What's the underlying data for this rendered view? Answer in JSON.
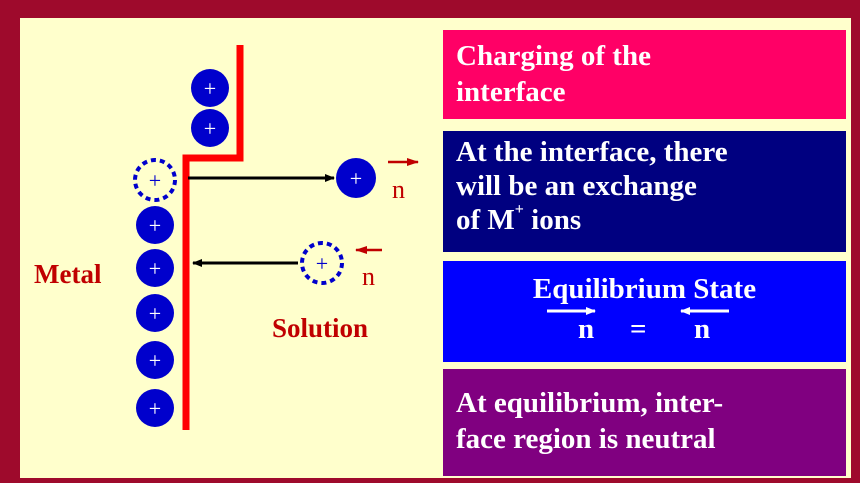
{
  "diagram": {
    "metal_label": "Metal",
    "solution_label": "Solution",
    "plus": "+",
    "n": "n"
  },
  "boxes": {
    "charging_line1": "Charging of the",
    "charging_line2": "interface",
    "exchange_line1": "At the interface, there",
    "exchange_line2": "will be  an exchange",
    "exchange_line3_pre": "of M",
    "exchange_sup": "+",
    "exchange_line3_post": " ions",
    "equilibrium_title": "Equilibrium State",
    "eq_left": "n",
    "eq_sign": "=",
    "eq_right": "n",
    "neutral_line1": "At equilibrium, inter-",
    "neutral_line2": "face region is neutral"
  },
  "colors": {
    "frame": "#9e0a2c",
    "background": "#ffffcc",
    "box_charging": "#ff0066",
    "box_exchange": "#000080",
    "box_equilibrium": "#0000ff",
    "box_neutral": "#800080",
    "metal_line": "#ff0000",
    "ion": "#0000cc",
    "label": "#c00000"
  }
}
